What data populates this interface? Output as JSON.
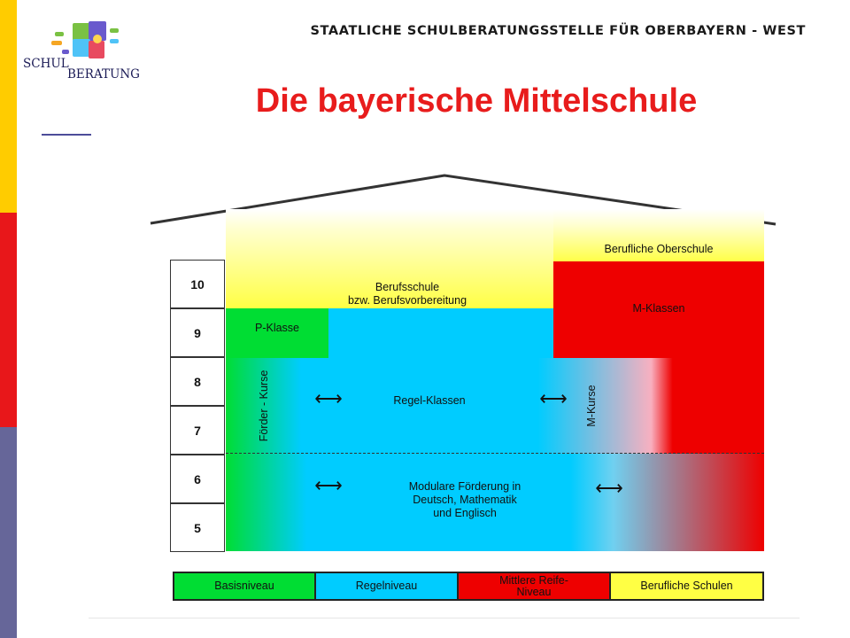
{
  "header": {
    "institution": "STAATLICHE SCHULBERATUNGSSTELLE FÜR OBERBAYERN - WEST",
    "logo_text_top": "SCHUL",
    "logo_text_bottom": "BERATUNG"
  },
  "title": "Die bayerische Mittelschule",
  "colors": {
    "stripe_top": "#ffcc00",
    "stripe_mid": "#e8171a",
    "stripe_bottom": "#666699",
    "title": "#e81c1c",
    "green": "#00dd33",
    "blue": "#00ccff",
    "red": "#ee0000",
    "yellow": "#ffff44"
  },
  "diagram": {
    "grades": [
      "10",
      "9",
      "8",
      "7",
      "6",
      "5"
    ],
    "blocks": {
      "berufsschule": "Berufsschule\nbzw. Berufsvorbereitung",
      "berufliche_oberschule": "Berufliche Oberschule",
      "m_klassen": "M-Klassen",
      "p_klasse": "P-Klasse",
      "foerder_kurse": "Förder - Kurse",
      "regel_klassen": "Regel-Klassen",
      "m_kurse": "M-Kurse",
      "modulare_foerderung": "Modulare Förderung in\nDeutsch, Mathematik\nund Englisch"
    },
    "arrow_glyph": "⟷",
    "legend": [
      "Basisniveau",
      "Regelniveau",
      "Mittlere Reife-\nNiveau",
      "Berufliche Schulen"
    ]
  }
}
